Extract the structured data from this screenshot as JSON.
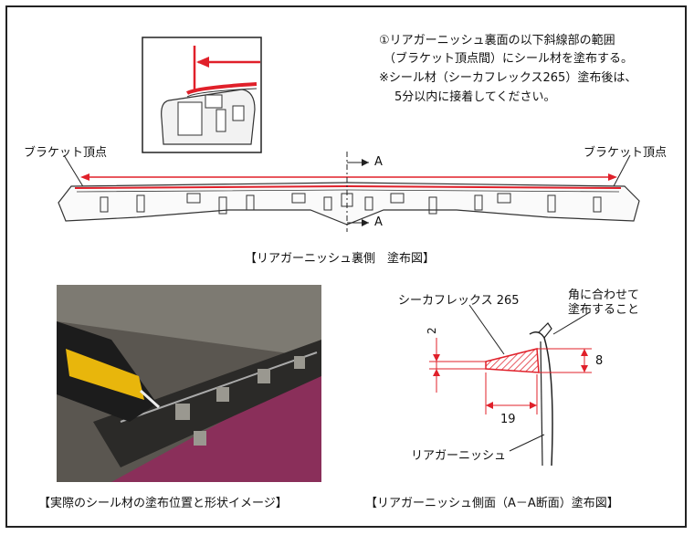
{
  "instructions": {
    "line1": "①リアガーニッシュ裏面の以下斜線部の範囲",
    "line2": "（ブラケット頂点間）にシール材を塗布する。",
    "line3": "※シール材（シーカフレックス265）塗布後は、",
    "line4": "5分以内に接着してください。"
  },
  "top_diagram": {
    "bracket_left": "ブラケット頂点",
    "bracket_right": "ブラケット頂点",
    "section_top": "A",
    "section_bottom": "A",
    "caption": "【リアガーニッシュ裏側　塗布図】"
  },
  "photo": {
    "caption": "【実際のシール材の塗布位置と形状イメージ】"
  },
  "section_diagram": {
    "sealant_label": "シーカフレックス 265",
    "corner_note_line1": "角に合わせて",
    "corner_note_line2": "塗布すること",
    "dim_thickness": "2",
    "dim_height": "8",
    "dim_width": "19",
    "garnish_label": "リアガーニッシュ",
    "caption": "【リアガーニッシュ側面（A－A断面）塗布図】"
  },
  "colors": {
    "sealant": "#e0202a",
    "line": "#222222"
  }
}
